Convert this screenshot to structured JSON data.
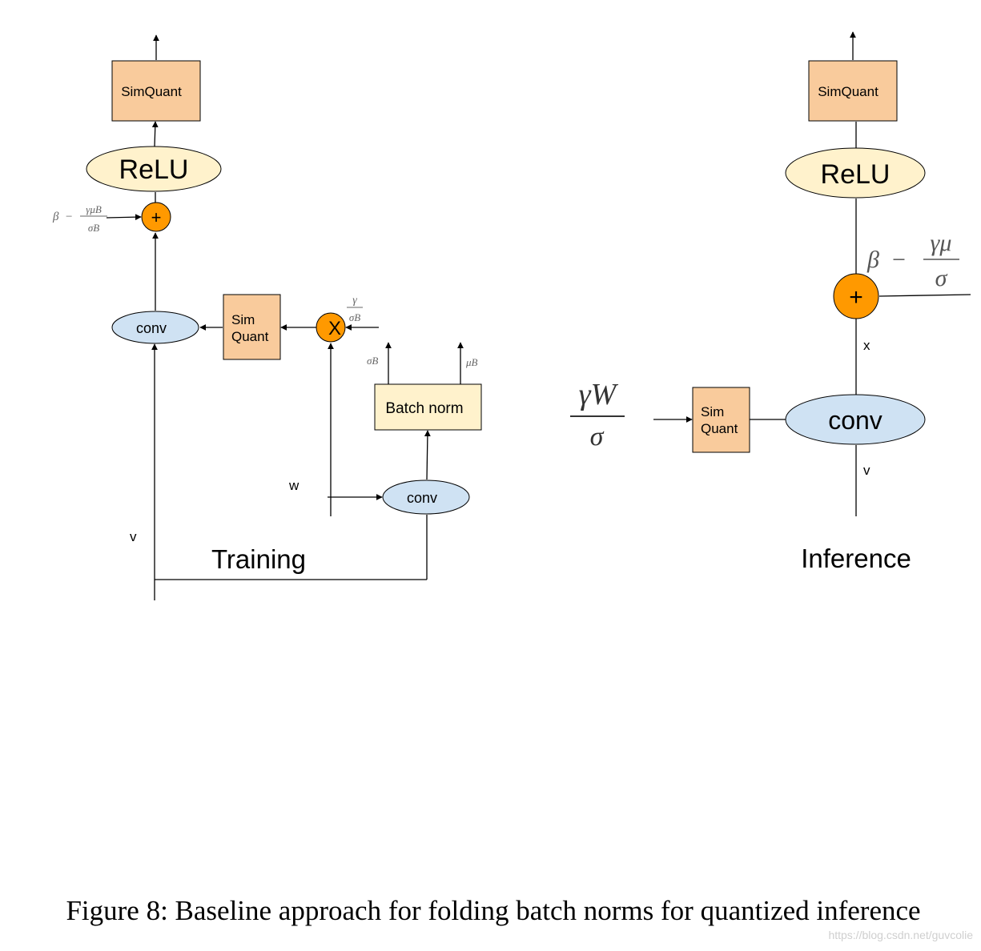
{
  "colors": {
    "simquant_fill": "#f9cb9c",
    "relu_fill": "#fff2cc",
    "conv_fill": "#cfe2f3",
    "op_fill": "#ff9900",
    "batchnorm_fill": "#fff2cc",
    "line": "#000000"
  },
  "training": {
    "title": "Training",
    "simquant_top": "SimQuant",
    "relu": "ReLU",
    "add_symbol": "+",
    "bias_formula": {
      "beta": "β",
      "minus": "−",
      "num": "γμB",
      "den": "σB"
    },
    "conv_main": "conv",
    "simquant_mid_line1": "Sim",
    "simquant_mid_line2": "Quant",
    "mul_symbol": "X",
    "scale_formula": {
      "num": "γ",
      "den": "σB"
    },
    "sigma_label": "σB",
    "mu_label": "μB",
    "batch_norm": "Batch norm",
    "conv_bn": "conv",
    "w_label": "w",
    "v_label": "v"
  },
  "inference": {
    "title": "Inference",
    "simquant_top": "SimQuant",
    "relu": "ReLU",
    "add_symbol": "+",
    "bias_formula": {
      "beta": "β",
      "minus": "−",
      "num": "γμ",
      "den": "σ"
    },
    "x_label": "x",
    "conv": "conv",
    "simquant_line1": "Sim",
    "simquant_line2": "Quant",
    "weight_formula": {
      "num": "γW",
      "den": "σ"
    },
    "v_label": "v"
  },
  "caption": "Figure 8: Baseline approach for folding batch norms for quantized inference",
  "watermark": "https://blog.csdn.net/guvcolie"
}
